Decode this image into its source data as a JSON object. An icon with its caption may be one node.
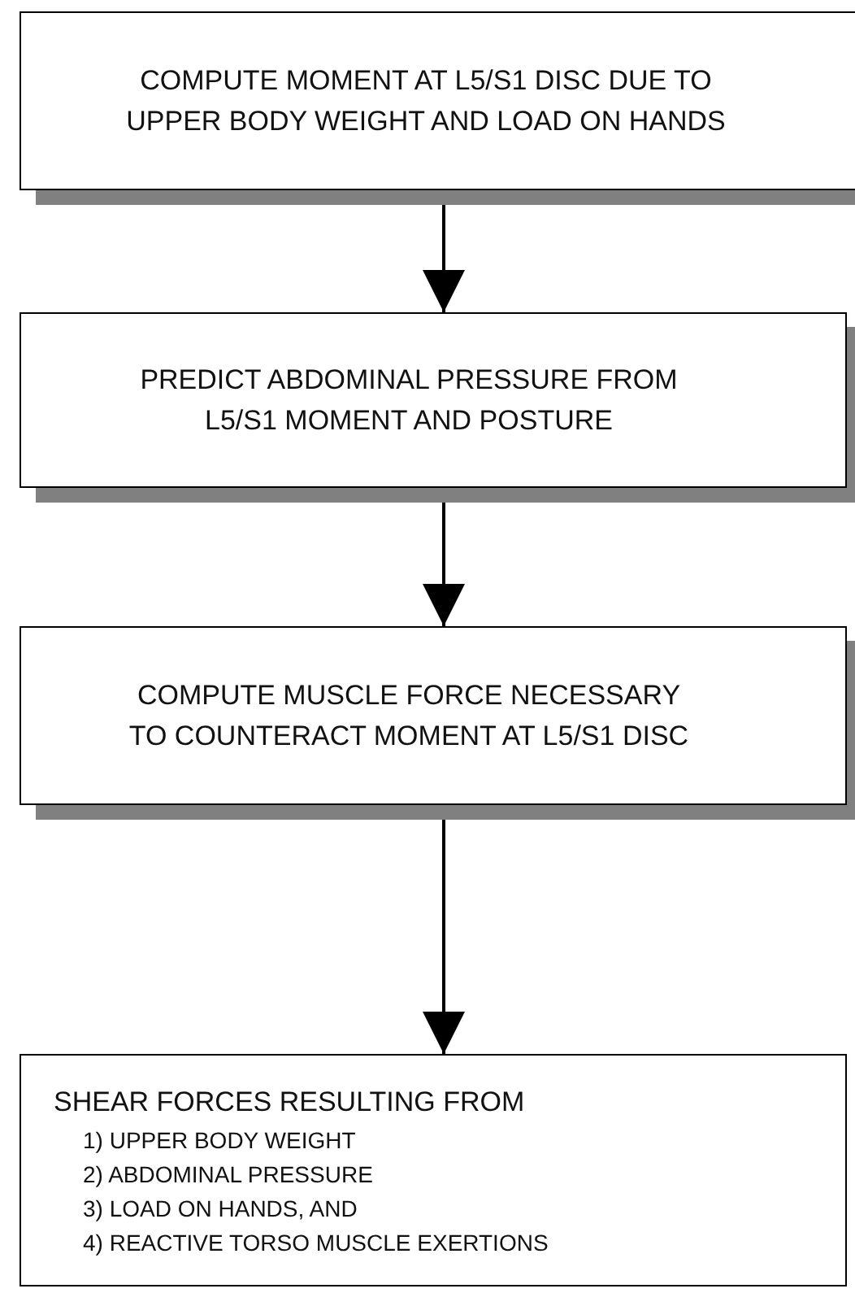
{
  "diagram": {
    "nodes": [
      {
        "text": [
          "COMPUTE MOMENT AT L5/S1 DISC DUE TO UPPER BODY WEIGHT AND LOAD ON HANDS"
        ]
      },
      {
        "text": [
          "PREDICT ABDOMINAL PRESSURE FROM L5/S1 MOMENT AND POSTURE"
        ]
      },
      {
        "text": [
          "COMPUTE MUSCLE FORCE NECESSARY TO COUNTERACT MOMENT AT L5/S1 DISC"
        ]
      },
      {
        "text": [
          "SHEAR FORCES RESULTING FROM",
          "1) UPPER BODY WEIGHT",
          "2) ABDOMINAL PRESSURE",
          "3) LOAD ON HANDS, AND",
          "4) REACTIVE TORSO MUSCLE EXERTIONS"
        ]
      }
    ],
    "edges": [
      {
        "from": 0,
        "to": 1,
        "arrow": "to"
      },
      {
        "from": 1,
        "to": 2,
        "arrow": "to"
      },
      {
        "from": 2,
        "to": 3,
        "arrow": "to"
      }
    ]
  }
}
